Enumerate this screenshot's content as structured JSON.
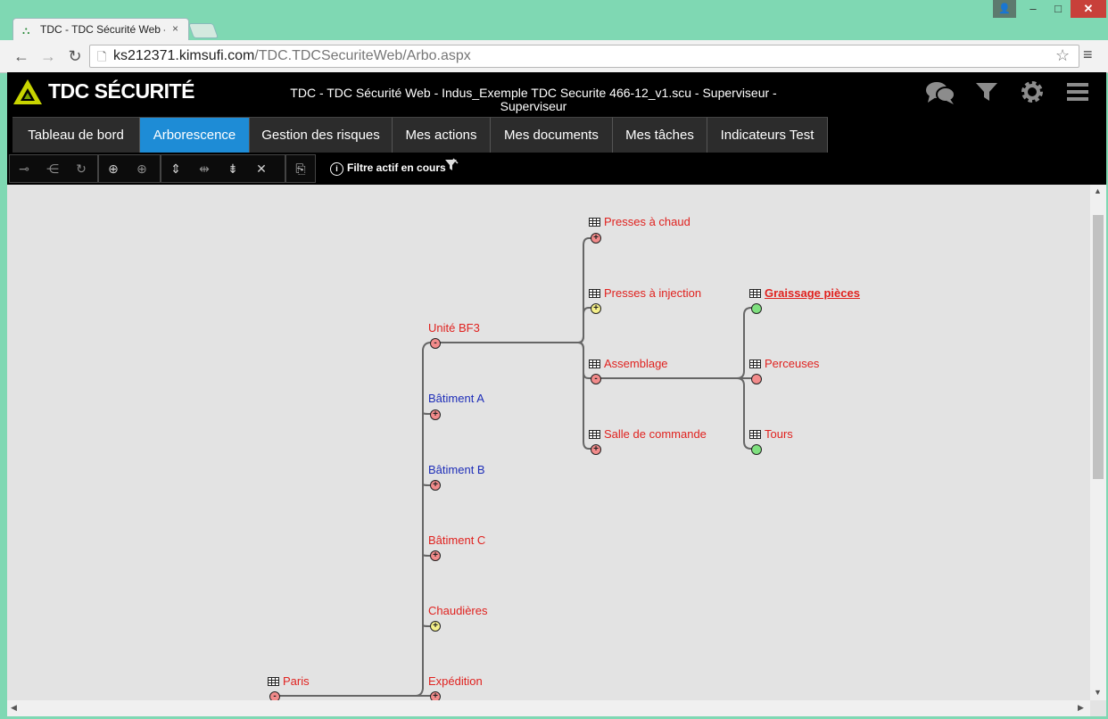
{
  "browser": {
    "tab_title": "TDC - TDC Sécurité Web -",
    "tab_close": "×",
    "url_host": "ks212371.kimsufi.com",
    "url_path": "/TDC.TDCSecuriteWeb/Arbo.aspx",
    "back": "←",
    "forward": "→",
    "reload": "↻",
    "star": "☆",
    "menu": "≡",
    "win_user": "👤",
    "win_min": "–",
    "win_max": "□",
    "win_close": "✕"
  },
  "app": {
    "logo_text": "TDC SÉCURITÉ",
    "title_line1": "TDC - TDC Sécurité Web - Indus_Exemple TDC Securite 466-12_v1.scu - Superviseur -",
    "title_line2": "Superviseur",
    "header_icons": [
      "chat-icon",
      "filter-icon",
      "gear-icon",
      "hamburger-menu-icon"
    ],
    "menu": [
      {
        "label": "Tableau de bord",
        "active": false
      },
      {
        "label": "Arborescence",
        "active": true
      },
      {
        "label": "Gestion des risques",
        "active": false
      },
      {
        "label": "Mes actions",
        "active": false
      },
      {
        "label": "Mes documents",
        "active": false
      },
      {
        "label": "Mes tâches",
        "active": false
      },
      {
        "label": "Indicateurs Test",
        "active": false
      }
    ],
    "filter_text": "Filtre actif en cours",
    "filter_info_icon": "i"
  },
  "tree": {
    "nodes": [
      {
        "id": "presses-chaud",
        "label": "Presses à chaud",
        "table_icon": true,
        "label_color": "red",
        "dot": "red",
        "dot_sign": "+"
      },
      {
        "id": "presses-injection",
        "label": "Presses à injection",
        "table_icon": true,
        "label_color": "red",
        "dot": "yellow",
        "dot_sign": "+"
      },
      {
        "id": "graissage",
        "label": "Graissage pièces",
        "table_icon": true,
        "label_color": "red",
        "dot": "green",
        "dot_sign": "",
        "selected": true
      },
      {
        "id": "unite-bf3",
        "label": "Unité BF3",
        "table_icon": false,
        "label_color": "red",
        "dot": "red",
        "dot_sign": "-"
      },
      {
        "id": "assemblage",
        "label": "Assemblage",
        "table_icon": true,
        "label_color": "red",
        "dot": "red",
        "dot_sign": "-"
      },
      {
        "id": "perceuses",
        "label": "Perceuses",
        "table_icon": true,
        "label_color": "red",
        "dot": "red",
        "dot_sign": ""
      },
      {
        "id": "batiment-a",
        "label": "Bâtiment A",
        "table_icon": false,
        "label_color": "blue",
        "dot": "red",
        "dot_sign": "+"
      },
      {
        "id": "salle-commande",
        "label": "Salle de commande",
        "table_icon": true,
        "label_color": "red",
        "dot": "red",
        "dot_sign": "+"
      },
      {
        "id": "tours",
        "label": "Tours",
        "table_icon": true,
        "label_color": "red",
        "dot": "green",
        "dot_sign": ""
      },
      {
        "id": "batiment-b",
        "label": "Bâtiment B",
        "table_icon": false,
        "label_color": "blue",
        "dot": "red",
        "dot_sign": "+"
      },
      {
        "id": "batiment-c",
        "label": "Bâtiment C",
        "table_icon": false,
        "label_color": "red",
        "dot": "red",
        "dot_sign": "+"
      },
      {
        "id": "chaudieres",
        "label": "Chaudières",
        "table_icon": false,
        "label_color": "red",
        "dot": "yellow",
        "dot_sign": "+"
      },
      {
        "id": "paris",
        "label": "Paris",
        "table_icon": true,
        "label_color": "red",
        "dot": "red",
        "dot_sign": "-"
      },
      {
        "id": "expedition",
        "label": "Expédition",
        "table_icon": false,
        "label_color": "red",
        "dot": "red",
        "dot_sign": "+"
      }
    ]
  }
}
